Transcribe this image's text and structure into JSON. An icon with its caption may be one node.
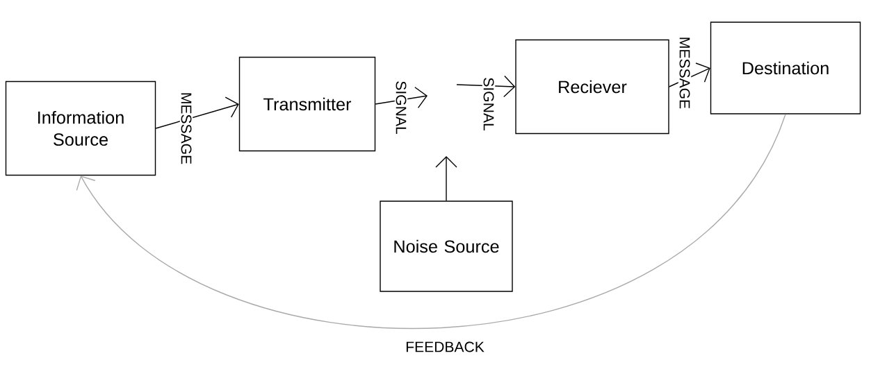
{
  "diagram": {
    "nodes": [
      {
        "text": [
          "Information Source"
        ]
      },
      {
        "text": [
          "Transmitter"
        ]
      },
      {
        "text": [
          "Noise Source"
        ]
      },
      {
        "text": [
          "Reciever"
        ]
      },
      {
        "text": [
          "Destination"
        ]
      }
    ],
    "edges": [
      {
        "from": 0,
        "to": 1,
        "arrow": "to",
        "label": "MESSAGE"
      },
      {
        "from": 1,
        "to": null,
        "arrow": "to",
        "label": "SIGNAL"
      },
      {
        "from": null,
        "to": 3,
        "arrow": "to",
        "label": "SIGNAL"
      },
      {
        "from": 2,
        "to": null,
        "arrow": "to"
      },
      {
        "from": 3,
        "to": 4,
        "arrow": "to",
        "label": "MESSAGE"
      },
      {
        "from": 4,
        "to": 0,
        "arrow": "to",
        "label": "FEEDBACK",
        "color": "#aaaaaa"
      }
    ]
  }
}
